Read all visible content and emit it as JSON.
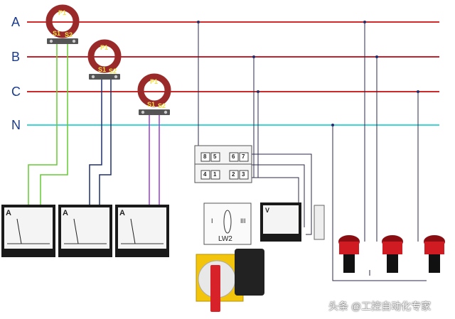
{
  "phases": [
    "A",
    "B",
    "C",
    "N"
  ],
  "colors": {
    "A": "#d42a2a",
    "B": "#c8202c",
    "C": "#cc2a2a",
    "N": "#3fd6d9",
    "green": "#66cc33",
    "navy": "#1f2f6e",
    "purple": "#9b3fd0",
    "ct_ring": "#9a2a2a"
  },
  "current_transformers": [
    {
      "primary": "P1",
      "secondary_1": "S1",
      "secondary_2": "S2"
    },
    {
      "primary": "P1",
      "secondary_1": "S1",
      "secondary_2": "S2"
    },
    {
      "primary": "P1",
      "secondary_1": "S1",
      "secondary_2": "S2"
    }
  ],
  "ammeters": [
    {
      "unit": "A"
    },
    {
      "unit": "A"
    },
    {
      "unit": "A"
    }
  ],
  "voltmeter": {
    "unit": "V"
  },
  "switch_terminals": [
    "8",
    "5",
    "6",
    "7",
    "4",
    "1",
    "2",
    "3"
  ],
  "selector_switch": {
    "label": "LW2",
    "pos_left": "I",
    "pos_right": "III"
  },
  "indicator_lamps_icon": "red-indicator-lamp-icon",
  "watermark": "头条 @工控自动化专家"
}
